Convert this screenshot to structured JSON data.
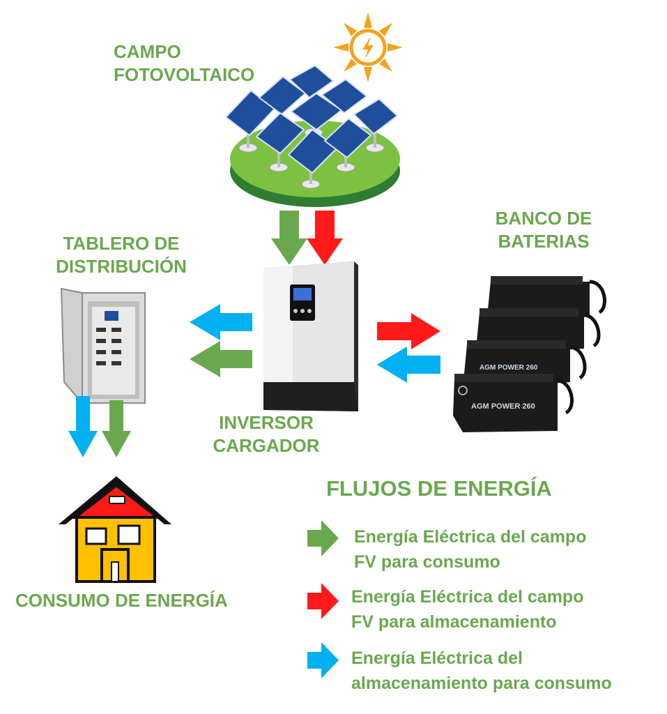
{
  "labels": {
    "pv_field": [
      "CAMPO",
      "FOTOVOLTAICO"
    ],
    "distribution_board": [
      "TABLERO DE",
      "DISTRIBUCIÓN"
    ],
    "battery_bank": [
      "BANCO DE",
      "BATERIAS"
    ],
    "inverter": [
      "INVERSOR",
      "CARGADOR"
    ],
    "consumption": "CONSUMO DE ENERGÍA"
  },
  "battery_text": "AGM POWER 260",
  "legend": {
    "title": "FLUJOS DE ENERGÍA",
    "items": [
      {
        "color": "#6aa84f",
        "lines": [
          "Energía Eléctrica del campo",
          "FV para consumo"
        ]
      },
      {
        "color": "#ff1a1a",
        "lines": [
          "Energía Eléctrica del campo",
          "FV para almacenamiento"
        ]
      },
      {
        "color": "#00b0f0",
        "lines": [
          "Energía Eléctrica del",
          "almacenamiento para consumo"
        ]
      }
    ]
  },
  "colors": {
    "green": "#6aa84f",
    "red": "#ff1a1a",
    "blue": "#00b0f0",
    "label": "#6aa84f"
  }
}
